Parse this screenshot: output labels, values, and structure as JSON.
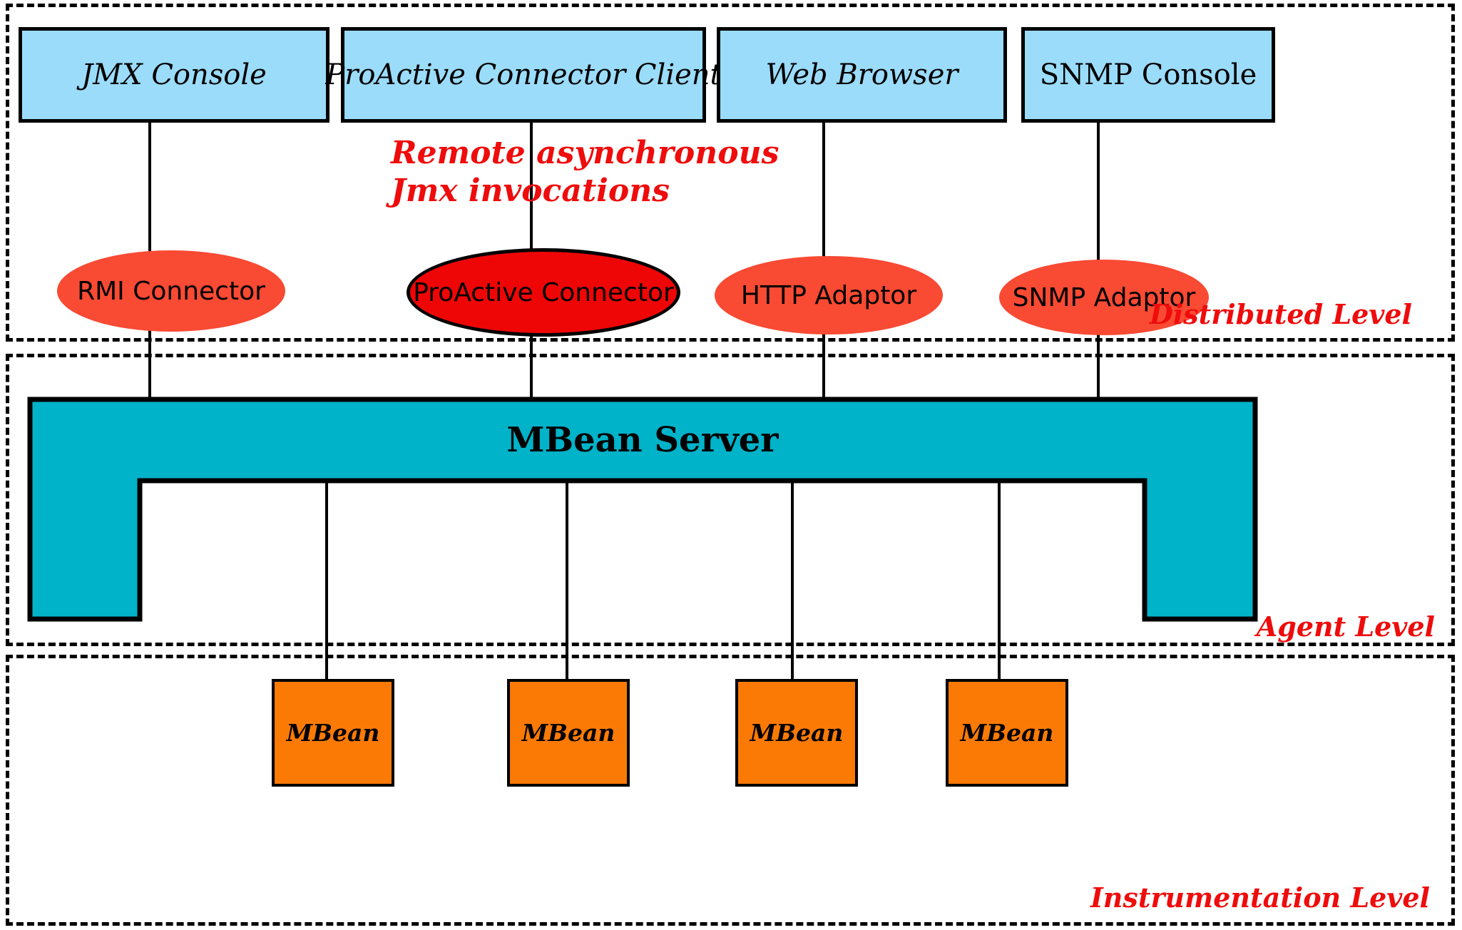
{
  "levels": [
    {
      "id": "distributed",
      "label": "Distributed Level"
    },
    {
      "id": "agent",
      "label": "Agent Level"
    },
    {
      "id": "instrumentation",
      "label": "Instrumentation Level"
    }
  ],
  "clients": [
    {
      "label": "JMX Console"
    },
    {
      "label": "ProActive Connector Client"
    },
    {
      "label": "Web Browser"
    },
    {
      "label": "SNMP Console"
    }
  ],
  "connectors": [
    {
      "label": "RMI Connector",
      "variant": "tomato"
    },
    {
      "label": "ProActive Connector",
      "variant": "highlight-red"
    },
    {
      "label": "HTTP Adaptor",
      "variant": "tomato"
    },
    {
      "label": "SNMP Adaptor",
      "variant": "tomato"
    }
  ],
  "annotation": {
    "line1": "Remote asynchronous",
    "line2": "Jmx invocations"
  },
  "server": {
    "label": "MBean Server"
  },
  "mbeans": [
    {
      "label": "MBean"
    },
    {
      "label": "MBean"
    },
    {
      "label": "MBean"
    },
    {
      "label": "MBean"
    }
  ],
  "colors": {
    "client_box_fill": "#9bdcfa",
    "connector_fill": "#f94a33",
    "connector_highlight_fill": "#ee0606",
    "server_fill": "#00b3c9",
    "mbean_fill": "#fa7a05",
    "annotation_red": "#ee0c0c",
    "outline": "#000000"
  }
}
